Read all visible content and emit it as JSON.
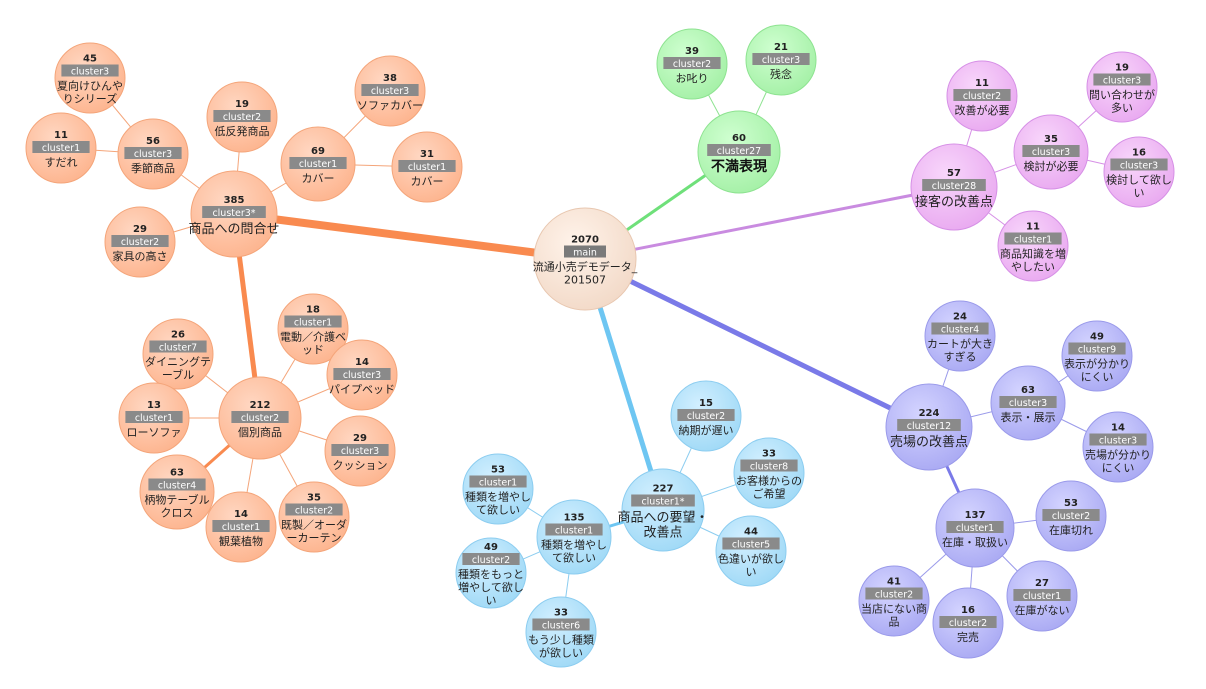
{
  "colors": {
    "orange": {
      "fill": "#fdb48e",
      "stroke": "#f4a57a",
      "edge": "#f98a4f",
      "hi": "#ffd7c2"
    },
    "green": {
      "fill": "#a4f0a6",
      "stroke": "#8ee391",
      "edge": "#6fe07a",
      "hi": "#cfffd0"
    },
    "purple": {
      "fill": "#e9a9f0",
      "stroke": "#d690e6",
      "edge": "#c98be0",
      "hi": "#f8d6fb"
    },
    "blue": {
      "fill": "#a9a9f3",
      "stroke": "#9a9aea",
      "edge": "#7a7ae8",
      "hi": "#d4d4ff"
    },
    "sky": {
      "fill": "#9fd9f6",
      "stroke": "#8ccdf0",
      "edge": "#6ec6f2",
      "hi": "#d2efff"
    },
    "main": {
      "fill": "#f2d9c7",
      "stroke": "#e8c7b0",
      "hi": "#fff3ea"
    }
  },
  "nodes": [
    {
      "id": "main",
      "count": "2070",
      "tag": "main",
      "label": [
        "流通小売デモデータ_",
        "201507"
      ],
      "color": "main"
    },
    {
      "id": "o1",
      "count": "385",
      "tag": "cluster3*",
      "label": [
        "商品への問合せ"
      ],
      "color": "orange",
      "big": true
    },
    {
      "id": "o2",
      "count": "45",
      "tag": "cluster3",
      "label": [
        "夏向けひんや",
        "りシリーズ"
      ],
      "color": "orange"
    },
    {
      "id": "o3",
      "count": "56",
      "tag": "cluster3",
      "label": [
        "季節商品"
      ],
      "color": "orange"
    },
    {
      "id": "o4",
      "count": "11",
      "tag": "cluster1",
      "label": [
        "すだれ"
      ],
      "color": "orange"
    },
    {
      "id": "o5",
      "count": "19",
      "tag": "cluster2",
      "label": [
        "低反発商品"
      ],
      "color": "orange"
    },
    {
      "id": "o6",
      "count": "38",
      "tag": "cluster3",
      "label": [
        "ソファカバー"
      ],
      "color": "orange"
    },
    {
      "id": "o7",
      "count": "69",
      "tag": "cluster1",
      "label": [
        "カバー"
      ],
      "color": "orange"
    },
    {
      "id": "o8",
      "count": "31",
      "tag": "cluster1",
      "label": [
        "カバー"
      ],
      "color": "orange"
    },
    {
      "id": "o9",
      "count": "29",
      "tag": "cluster2",
      "label": [
        "家具の高さ"
      ],
      "color": "orange"
    },
    {
      "id": "o10",
      "count": "212",
      "tag": "cluster2",
      "label": [
        "個別商品"
      ],
      "color": "orange"
    },
    {
      "id": "o11",
      "count": "18",
      "tag": "cluster1",
      "label": [
        "電動／介護ベ",
        "ッド"
      ],
      "color": "orange"
    },
    {
      "id": "o12",
      "count": "26",
      "tag": "cluster7",
      "label": [
        "ダイニングテ",
        "ーブル"
      ],
      "color": "orange"
    },
    {
      "id": "o13",
      "count": "14",
      "tag": "cluster3",
      "label": [
        "パイプベッド"
      ],
      "color": "orange"
    },
    {
      "id": "o14",
      "count": "13",
      "tag": "cluster1",
      "label": [
        "ローソファ"
      ],
      "color": "orange"
    },
    {
      "id": "o15",
      "count": "29",
      "tag": "cluster3",
      "label": [
        "クッション"
      ],
      "color": "orange"
    },
    {
      "id": "o16",
      "count": "63",
      "tag": "cluster4",
      "label": [
        "柄物テーブル",
        "クロス"
      ],
      "color": "orange"
    },
    {
      "id": "o17",
      "count": "14",
      "tag": "cluster1",
      "label": [
        "観葉植物"
      ],
      "color": "orange"
    },
    {
      "id": "o18",
      "count": "35",
      "tag": "cluster2",
      "label": [
        "既製／オーダ",
        "ーカーテン"
      ],
      "color": "orange"
    },
    {
      "id": "g1",
      "count": "60",
      "tag": "cluster27",
      "label": [
        "不満表現"
      ],
      "color": "green",
      "big": true
    },
    {
      "id": "g2",
      "count": "39",
      "tag": "cluster2",
      "label": [
        "お叱り"
      ],
      "color": "green"
    },
    {
      "id": "g3",
      "count": "21",
      "tag": "cluster3",
      "label": [
        "残念"
      ],
      "color": "green"
    },
    {
      "id": "p1",
      "count": "57",
      "tag": "cluster28",
      "label": [
        "接客の改善点"
      ],
      "color": "purple",
      "big": true
    },
    {
      "id": "p2",
      "count": "11",
      "tag": "cluster2",
      "label": [
        "改善が必要"
      ],
      "color": "purple"
    },
    {
      "id": "p3",
      "count": "35",
      "tag": "cluster3",
      "label": [
        "検討が必要"
      ],
      "color": "purple"
    },
    {
      "id": "p4",
      "count": "19",
      "tag": "cluster3",
      "label": [
        "問い合わせが",
        "多い"
      ],
      "color": "purple"
    },
    {
      "id": "p5",
      "count": "16",
      "tag": "cluster3",
      "label": [
        "検討して欲し",
        "い"
      ],
      "color": "purple"
    },
    {
      "id": "p6",
      "count": "11",
      "tag": "cluster1",
      "label": [
        "商品知識を増",
        "やしたい"
      ],
      "color": "purple"
    },
    {
      "id": "b1",
      "count": "224",
      "tag": "cluster12",
      "label": [
        "売場の改善点"
      ],
      "color": "blue",
      "big": true
    },
    {
      "id": "b2",
      "count": "24",
      "tag": "cluster4",
      "label": [
        "カートが大き",
        "すぎる"
      ],
      "color": "blue"
    },
    {
      "id": "b3",
      "count": "63",
      "tag": "cluster3",
      "label": [
        "表示・展示"
      ],
      "color": "blue"
    },
    {
      "id": "b4",
      "count": "49",
      "tag": "cluster9",
      "label": [
        "表示が分かり",
        "にくい"
      ],
      "color": "blue"
    },
    {
      "id": "b5",
      "count": "14",
      "tag": "cluster3",
      "label": [
        "売場が分かり",
        "にくい"
      ],
      "color": "blue"
    },
    {
      "id": "b6",
      "count": "137",
      "tag": "cluster1",
      "label": [
        "在庫・取扱い"
      ],
      "color": "blue"
    },
    {
      "id": "b7",
      "count": "53",
      "tag": "cluster2",
      "label": [
        "在庫切れ"
      ],
      "color": "blue"
    },
    {
      "id": "b8",
      "count": "41",
      "tag": "cluster2",
      "label": [
        "当店にない商",
        "品"
      ],
      "color": "blue"
    },
    {
      "id": "b9",
      "count": "27",
      "tag": "cluster1",
      "label": [
        "在庫がない"
      ],
      "color": "blue"
    },
    {
      "id": "b10",
      "count": "16",
      "tag": "cluster2",
      "label": [
        "完売"
      ],
      "color": "blue"
    },
    {
      "id": "s1",
      "count": "227",
      "tag": "cluster1*",
      "label": [
        "商品への要望・",
        "改善点"
      ],
      "color": "sky",
      "big": true
    },
    {
      "id": "s2",
      "count": "15",
      "tag": "cluster2",
      "label": [
        "納期が遅い"
      ],
      "color": "sky"
    },
    {
      "id": "s3",
      "count": "33",
      "tag": "cluster8",
      "label": [
        "お客様からの",
        "ご希望"
      ],
      "color": "sky"
    },
    {
      "id": "s4",
      "count": "44",
      "tag": "cluster5",
      "label": [
        "色違いが欲し",
        "い"
      ],
      "color": "sky"
    },
    {
      "id": "s5",
      "count": "135",
      "tag": "cluster1",
      "label": [
        "種類を増やし",
        "て欲しい"
      ],
      "color": "sky"
    },
    {
      "id": "s6",
      "count": "53",
      "tag": "cluster1",
      "label": [
        "種類を増やし",
        "て欲しい"
      ],
      "color": "sky"
    },
    {
      "id": "s7",
      "count": "49",
      "tag": "cluster2",
      "label": [
        "種類をもっと",
        "増やして欲し",
        "い"
      ],
      "color": "sky"
    },
    {
      "id": "s8",
      "count": "33",
      "tag": "cluster6",
      "label": [
        "もう少し種類",
        "が欲しい"
      ],
      "color": "sky"
    }
  ],
  "edges": [
    {
      "from": "main",
      "to": "o1",
      "weight": "thick"
    },
    {
      "from": "main",
      "to": "g1",
      "weight": "thin"
    },
    {
      "from": "main",
      "to": "p1",
      "weight": "thin"
    },
    {
      "from": "main",
      "to": "b1",
      "weight": "medium"
    },
    {
      "from": "main",
      "to": "s1",
      "weight": "medium"
    },
    {
      "from": "o1",
      "to": "o3",
      "weight": "hair"
    },
    {
      "from": "o3",
      "to": "o2",
      "weight": "hair"
    },
    {
      "from": "o3",
      "to": "o4",
      "weight": "hair"
    },
    {
      "from": "o1",
      "to": "o5",
      "weight": "hair"
    },
    {
      "from": "o1",
      "to": "o7",
      "weight": "hair"
    },
    {
      "from": "o7",
      "to": "o6",
      "weight": "hair"
    },
    {
      "from": "o7",
      "to": "o8",
      "weight": "hair"
    },
    {
      "from": "o1",
      "to": "o9",
      "weight": "hair"
    },
    {
      "from": "o1",
      "to": "o10",
      "weight": "medium"
    },
    {
      "from": "o10",
      "to": "o11",
      "weight": "hair"
    },
    {
      "from": "o10",
      "to": "o12",
      "weight": "hair"
    },
    {
      "from": "o10",
      "to": "o13",
      "weight": "hair"
    },
    {
      "from": "o10",
      "to": "o14",
      "weight": "hair"
    },
    {
      "from": "o10",
      "to": "o15",
      "weight": "hair"
    },
    {
      "from": "o10",
      "to": "o16",
      "weight": "thin"
    },
    {
      "from": "o10",
      "to": "o17",
      "weight": "hair"
    },
    {
      "from": "o10",
      "to": "o18",
      "weight": "hair"
    },
    {
      "from": "g1",
      "to": "g2",
      "weight": "hair"
    },
    {
      "from": "g1",
      "to": "g3",
      "weight": "hair"
    },
    {
      "from": "p1",
      "to": "p2",
      "weight": "hair"
    },
    {
      "from": "p1",
      "to": "p3",
      "weight": "hair"
    },
    {
      "from": "p3",
      "to": "p4",
      "weight": "hair"
    },
    {
      "from": "p3",
      "to": "p5",
      "weight": "hair"
    },
    {
      "from": "p1",
      "to": "p6",
      "weight": "hair"
    },
    {
      "from": "b1",
      "to": "b2",
      "weight": "hair"
    },
    {
      "from": "b1",
      "to": "b3",
      "weight": "hair"
    },
    {
      "from": "b3",
      "to": "b4",
      "weight": "hair"
    },
    {
      "from": "b3",
      "to": "b5",
      "weight": "hair"
    },
    {
      "from": "b1",
      "to": "b6",
      "weight": "thin"
    },
    {
      "from": "b6",
      "to": "b7",
      "weight": "hair"
    },
    {
      "from": "b6",
      "to": "b8",
      "weight": "hair"
    },
    {
      "from": "b6",
      "to": "b9",
      "weight": "hair"
    },
    {
      "from": "b6",
      "to": "b10",
      "weight": "hair"
    },
    {
      "from": "s1",
      "to": "s2",
      "weight": "hair"
    },
    {
      "from": "s1",
      "to": "s3",
      "weight": "hair"
    },
    {
      "from": "s1",
      "to": "s4",
      "weight": "hair"
    },
    {
      "from": "s1",
      "to": "s5",
      "weight": "thin"
    },
    {
      "from": "s5",
      "to": "s6",
      "weight": "hair"
    },
    {
      "from": "s5",
      "to": "s7",
      "weight": "hair"
    },
    {
      "from": "s5",
      "to": "s8",
      "weight": "hair"
    }
  ]
}
